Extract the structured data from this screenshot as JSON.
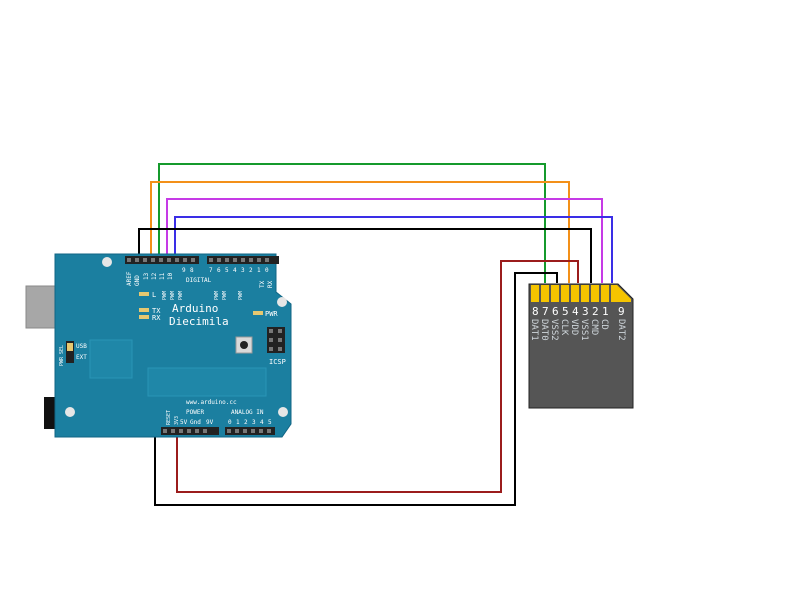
{
  "board": {
    "brand_line1": "Arduino",
    "brand_line2": "Diecimila",
    "top_header_labels": [
      "AREF",
      "GND",
      "13",
      "12",
      "11",
      "10",
      "9",
      "8",
      "7",
      "6",
      "5",
      "4",
      "3",
      "2",
      "1",
      "0"
    ],
    "digital_label": "DIGITAL",
    "pwm_label": "PWM",
    "tx_label": "TX",
    "rx_label": "RX",
    "led_l_label": "L",
    "led_tx_label": "TX",
    "led_rx_label": "RX",
    "pwr_label": "PWR",
    "pwr_sel_label": "PWR SEL",
    "usb_label": "USB",
    "ext_label": "EXT",
    "icsp_label": "ICSP",
    "website": "www.arduino.cc",
    "reset_label": "RESET",
    "v3_label": "3V3",
    "power_label": "POWER",
    "v5_label": "5V",
    "gnd_label": "Gnd",
    "vin_label": "9V",
    "analog_in_label": "ANALOG IN",
    "analog_pins": [
      "0",
      "1",
      "2",
      "3",
      "4",
      "5"
    ],
    "board_color": "#1b7fa0"
  },
  "sd_card": {
    "pin_numbers": [
      "8",
      "7",
      "6",
      "5",
      "4",
      "3",
      "2",
      "1",
      "9"
    ],
    "pin_names": [
      "DAT1",
      "DAT0",
      "VSS2",
      "CLK",
      "VDD",
      "VSS1",
      "CMD",
      "CD",
      "DAT2"
    ],
    "body_color": "#555555",
    "contact_color": "#f5c400"
  },
  "wires": [
    {
      "name": "green-wire",
      "color": "#159a2c"
    },
    {
      "name": "orange-wire",
      "color": "#f39019"
    },
    {
      "name": "magenta-wire",
      "color": "#c63ae6"
    },
    {
      "name": "blue-wire",
      "color": "#3a2ee6"
    },
    {
      "name": "black-top-wire",
      "color": "#000000"
    },
    {
      "name": "red-wire",
      "color": "#9b1c1c"
    },
    {
      "name": "black-bottom-wire",
      "color": "#000000"
    }
  ]
}
